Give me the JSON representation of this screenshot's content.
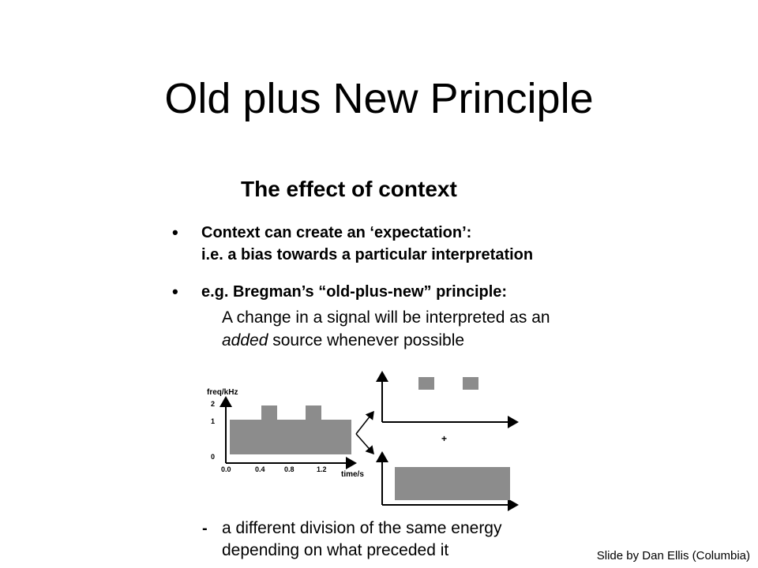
{
  "slide": {
    "title": "Old plus New Principle",
    "credit": "Slide by Dan Ellis (Columbia)"
  },
  "inset": {
    "heading": "The effect of context",
    "bullet_glyph": "•",
    "dash_glyph": "-",
    "bullet1_line1": "Context can create an ‘expectation’:",
    "bullet1_line2": "i.e. a bias towards a particular interpretation",
    "bullet2_line1": "e.g. Bregman’s “old-plus-new” principle:",
    "sub_line1": "A change in a signal will be interpreted as an",
    "sub_line2_em": "added",
    "sub_line2_rest": " source whenever possible",
    "dash_line1": "a different division of the same energy",
    "dash_line2": "depending on what preceded it"
  },
  "figure": {
    "y_axis_label": "freq/kHz",
    "x_axis_label": "time/s",
    "y_ticks": [
      "2",
      "1",
      "0"
    ],
    "x_ticks": [
      "0.0",
      "0.4",
      "0.8",
      "1.2"
    ],
    "plus_label": "+",
    "fill_color": "#8c8c8c"
  }
}
